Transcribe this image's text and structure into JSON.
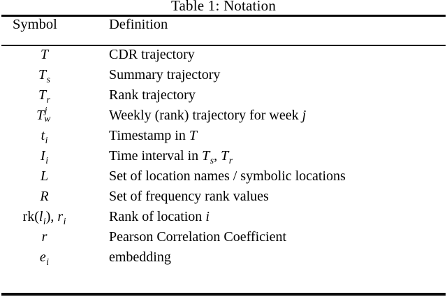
{
  "figure": {
    "caption": "Table 1: Notation",
    "caption_clipped_at_top": true
  },
  "table": {
    "columns": [
      "Symbol",
      "Definition"
    ],
    "rows": [
      {
        "symbol_plain": "T",
        "definition_plain": "CDR trajectory"
      },
      {
        "symbol_plain": "T_s",
        "definition_plain": "Summary trajectory"
      },
      {
        "symbol_plain": "T_r",
        "definition_plain": "Rank trajectory"
      },
      {
        "symbol_plain": "T_w^j",
        "definition_plain": "Weekly (rank) trajectory for week j"
      },
      {
        "symbol_plain": "t_i",
        "definition_plain": "Timestamp in T"
      },
      {
        "symbol_plain": "I_i",
        "definition_plain": "Time interval in T_s, T_r"
      },
      {
        "symbol_plain": "L",
        "definition_plain": "Set of location names / symbolic locations"
      },
      {
        "symbol_plain": "R",
        "definition_plain": "Set of frequency rank values"
      },
      {
        "symbol_plain": "rk(l_i), r_i",
        "definition_plain": "Rank of location i"
      },
      {
        "symbol_plain": "r",
        "definition_plain": "Pearson Correlation Coefficient"
      },
      {
        "symbol_plain": "e_i",
        "definition_plain": "embedding"
      }
    ],
    "symbol_glyphs": {
      "r1": "T",
      "r2_base": "T",
      "r2_sub": "s",
      "r3_base": "T",
      "r3_sub": "r",
      "r4_base": "T",
      "r4_sup": "j",
      "r4_sub": "w",
      "r5_base": "t",
      "r5_sub": "i",
      "r6_base": "I",
      "r6_sub": "i",
      "r7": "L",
      "r8": "R",
      "r9_rk": "rk(",
      "r9_l": "l",
      "r9_l_sub": "i",
      "r9_mid": "), ",
      "r9_r": "r",
      "r9_r_sub": "i",
      "r10": "r",
      "r11_base": "e",
      "r11_sub": "i"
    },
    "definition_parts": {
      "d1": "CDR trajectory",
      "d2": "Summary trajectory",
      "d3": "Rank trajectory",
      "d4_text": "Weekly (rank) trajectory for week ",
      "d4_math": "j",
      "d5_text": "Timestamp in ",
      "d5_math": "T",
      "d6_text": "Time interval in ",
      "d6_math_a": "T",
      "d6_sub_a": "s",
      "d6_comma": ", ",
      "d6_math_b": "T",
      "d6_sub_b": "r",
      "d7": "Set of location names / symbolic locations",
      "d8": "Set of frequency rank values",
      "d9_text": "Rank of location ",
      "d9_math": "i",
      "d10": "Pearson Correlation Coefficient",
      "d11": "embedding"
    }
  },
  "colors": {
    "background": "#ffffff",
    "text": "#000000",
    "rule": "#0a0a0a"
  }
}
